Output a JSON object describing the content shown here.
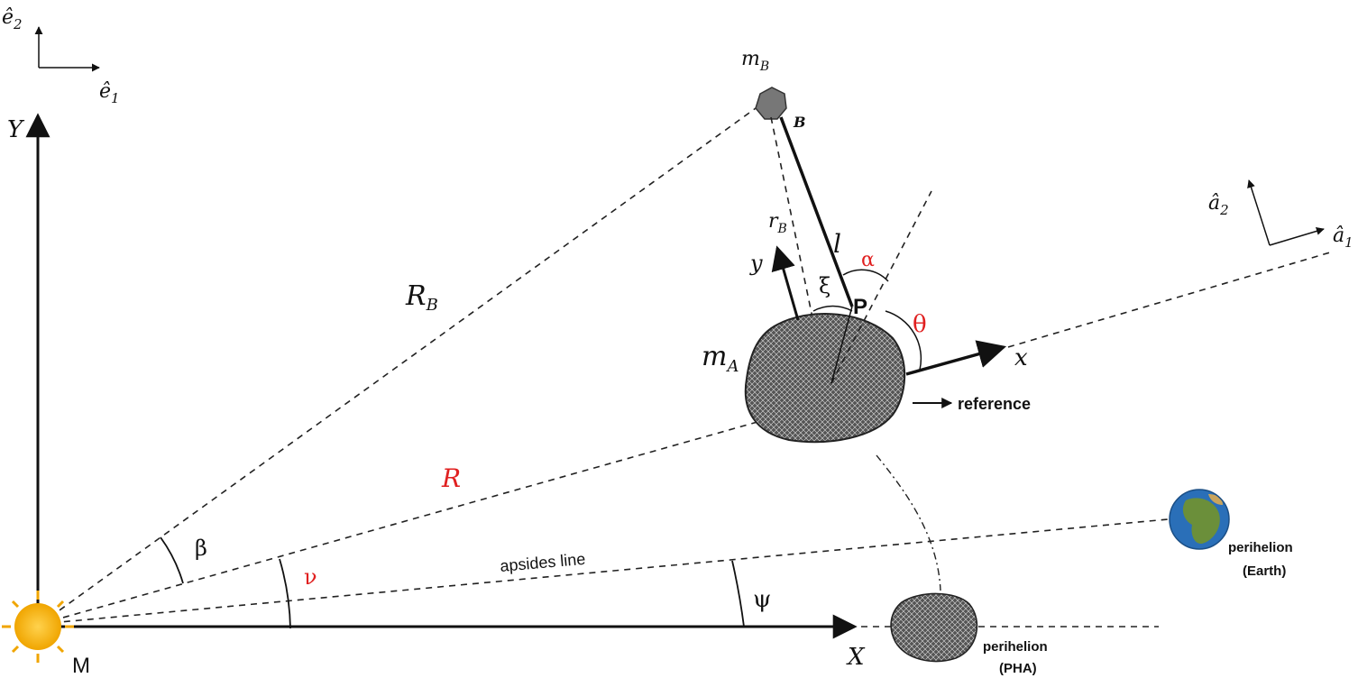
{
  "colors": {
    "ink": "#111111",
    "accent_red": "#e02020",
    "asteroid": "#4a4a4a",
    "sun": "#f4b41a",
    "earth_ocean": "#2a6fb8",
    "earth_land": "#6b8f3a"
  },
  "icons": {
    "sun": "sun-icon",
    "earth": "earth-icon",
    "primary_asteroid": "asteroid-a-icon",
    "secondary_body": "asteroid-b-icon",
    "pha": "pha-asteroid-icon"
  },
  "labels": {
    "e2": "ê",
    "e2_sub": "2",
    "e1": "ê",
    "e1_sub": "1",
    "Y_axis": "Y",
    "X_axis": "X",
    "origin": "M",
    "mB": "m",
    "mB_sub": "B",
    "B_point": "B",
    "a2": "â",
    "a2_sub": "2",
    "a1": "â",
    "a1_sub": "1",
    "rB": "r",
    "rB_sub": "B",
    "l": "l",
    "y_body": "y",
    "x_body": "x",
    "alpha": "α",
    "xi": "ξ",
    "P_point": "P",
    "theta": "θ",
    "RB": "R",
    "RB_sub": "B",
    "mA": "m",
    "mA_sub": "A",
    "reference": "reference",
    "R": "R",
    "beta": "β",
    "nu": "ν",
    "apsides": "apsides line",
    "psi": "ψ",
    "perihelion_earth_1": "perihelion",
    "perihelion_earth_2": "(Earth)",
    "perihelion_pha_1": "perihelion",
    "perihelion_pha_2": "(PHA)"
  }
}
